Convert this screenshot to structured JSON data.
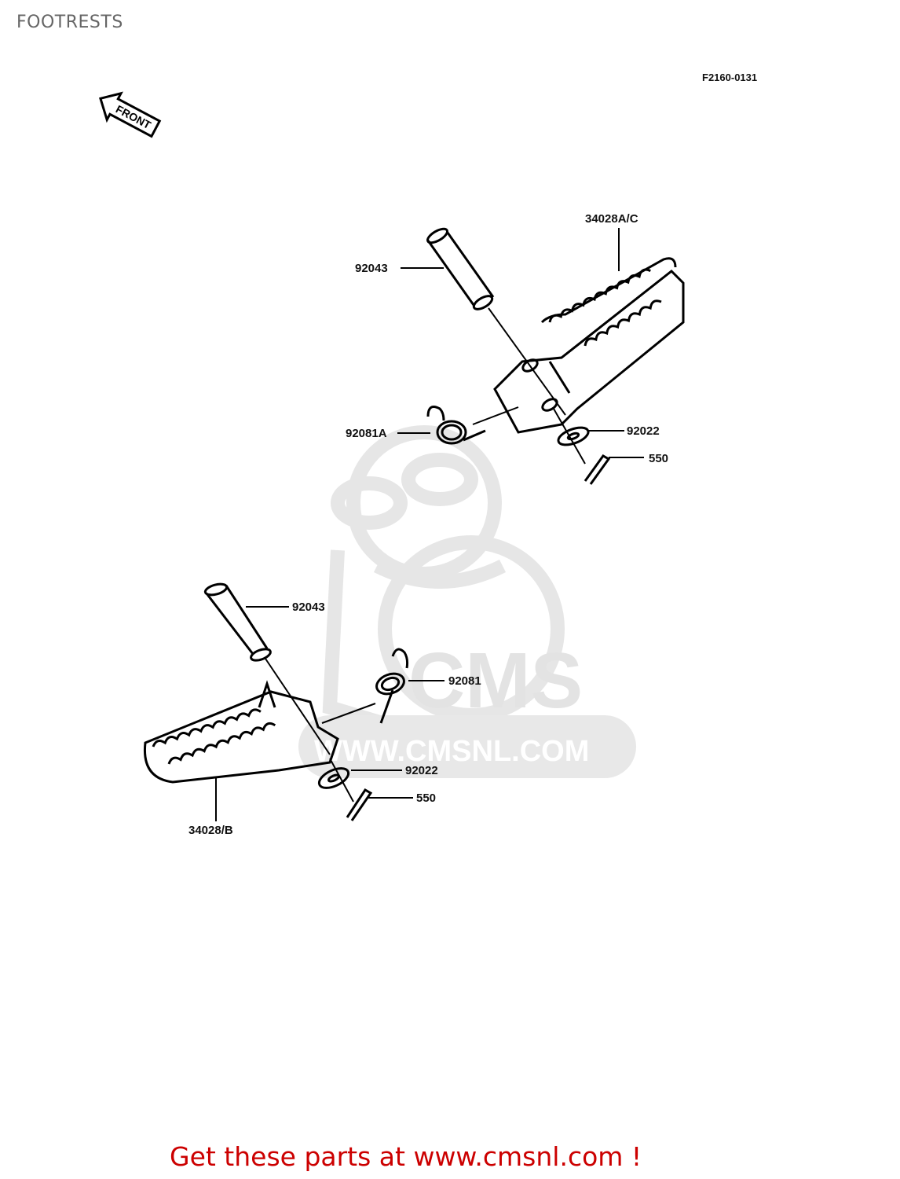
{
  "page": {
    "title": "FOOTRESTS",
    "diagram_ref": "F2160-0131",
    "front_indicator": "FRONT",
    "watermark": {
      "brand": "CMS",
      "url": "WWW.CMSNL.COM"
    }
  },
  "upper_assembly": {
    "labels": [
      {
        "part": "34028A/C"
      },
      {
        "part": "92043"
      },
      {
        "part": "92081A"
      },
      {
        "part": "92022"
      },
      {
        "part": "550"
      }
    ]
  },
  "lower_assembly": {
    "labels": [
      {
        "part": "92043"
      },
      {
        "part": "92081"
      },
      {
        "part": "92022"
      },
      {
        "part": "550"
      },
      {
        "part": "34028/B"
      }
    ]
  },
  "footer": {
    "cta": "Get these parts at www.cmsnl.com !",
    "color": "#cc0000"
  }
}
